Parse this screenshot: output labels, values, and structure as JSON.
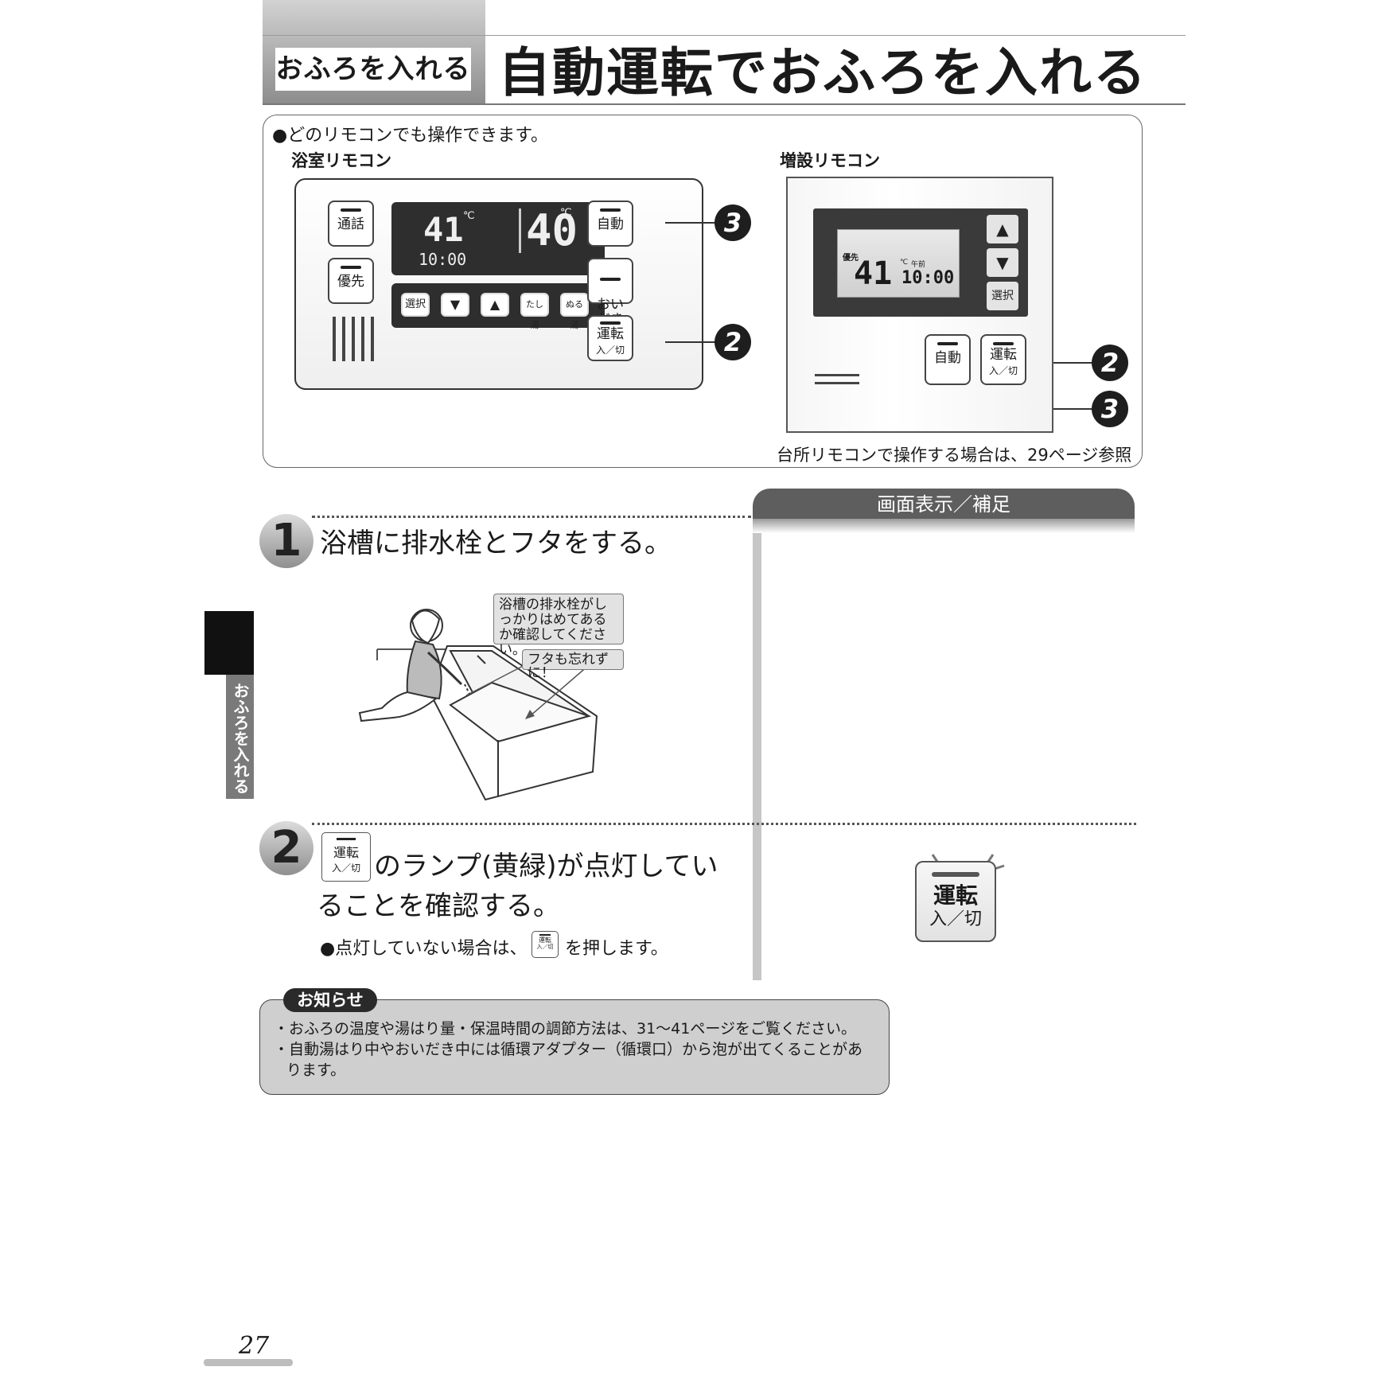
{
  "header": {
    "badge": "おふろを入れる",
    "title": "自動運転でおふろを入れる"
  },
  "intro": {
    "note": "●どのリモコンでも操作できます。",
    "bath_remote_label": "浴室リモコン",
    "ext_remote_label": "増設リモコン",
    "ref_note": "台所リモコンで操作する場合は、29ページ参照"
  },
  "bath_remote": {
    "btn_call": "通話",
    "btn_priority": "優先",
    "btn_auto": "自動",
    "btn_reheat": "おい\nだき",
    "btn_power_top": "運転",
    "btn_power_bottom": "入／切",
    "lcd_temp1": "41",
    "lcd_unit": "℃",
    "lcd_time": "10:00",
    "lcd_temp2": "40",
    "key_select": "選択",
    "key_down": "▼",
    "key_up": "▲",
    "key_add_hot": "たし湯",
    "key_lukewarm": "ぬる湯"
  },
  "ext_remote": {
    "lcd_priority": "優先",
    "lcd_temp": "41",
    "lcd_unit": "℃",
    "lcd_am": "午前",
    "lcd_time": "10:00",
    "btn_up": "▲",
    "btn_down": "▼",
    "btn_select": "選択",
    "btn_auto": "自動",
    "btn_power_top": "運転",
    "btn_power_bottom": "入／切"
  },
  "callouts": {
    "two": "2",
    "three": "3"
  },
  "side_tab": "おふろを入れる",
  "right_column": {
    "header": "画面表示／補足"
  },
  "step1": {
    "num": "1",
    "title": "浴槽に排水栓とフタをする。",
    "bubble1": "浴槽の排水栓がしっかりはめてあるか確認してください。",
    "bubble2": "フタも忘れずに！"
  },
  "step2": {
    "num": "2",
    "key_top": "運転",
    "key_bottom": "入／切",
    "title_line1": "のランプ(黄緑)が点灯してい",
    "title_line2": "ることを確認する。",
    "sub_before": "●点灯していない場合は、",
    "sub_after": "を押します。",
    "big_key_top": "運転",
    "big_key_bottom": "入／切"
  },
  "notice": {
    "tab": "お知らせ",
    "line1": "・おふろの温度や湯はり量・保温時間の調節方法は、31〜41ページをご覧ください。",
    "line2": "・自動湯はり中やおいだき中には循環アダプター（循環口）から泡が出てくることがあ",
    "line3": "ります。"
  },
  "page_number": "27"
}
